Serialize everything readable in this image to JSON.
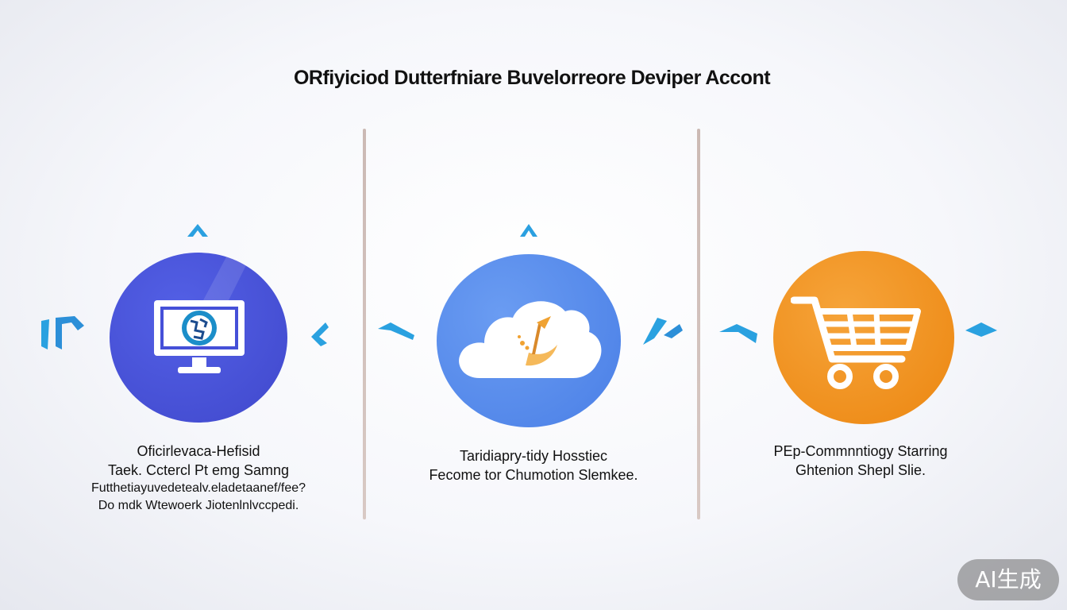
{
  "title": "ORfiyiciod Dutterfniare Buvelorreore Deviper Accont",
  "panels": [
    {
      "icon": "monitor-icon",
      "color": "#4a52d6",
      "lines": [
        "Oficirlevaca-Hefisid",
        "Taek. Cctercl Pt emg Samng",
        "Futthetiayuvedetealv.eladetaanef/fee?",
        "Do mdk Wtewoerk Jiotenlnlvccpedi."
      ]
    },
    {
      "icon": "cloud-icon",
      "color": "#5b8ef0",
      "lines": [
        "Taridiapry-tidy Hosstiec",
        "Fecome tor Chumotion Slemkee."
      ]
    },
    {
      "icon": "shopping-cart-icon",
      "color": "#f08c1a",
      "lines": [
        "PEp-Commnntiogy Starring",
        "Ghtenion Shepl Slie."
      ]
    }
  ],
  "badge": "AI生成"
}
